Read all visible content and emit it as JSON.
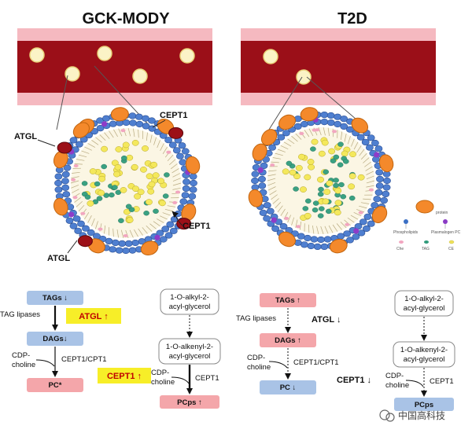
{
  "panels": {
    "left": {
      "title": "GCK-MODY",
      "labels": {
        "atgl_top": "ATGL",
        "cept1_top": "CEPT1",
        "cept1_bottom": "CEPT1",
        "atgl_bottom": "ATGL"
      }
    },
    "right": {
      "title": "T2D"
    }
  },
  "legend": {
    "protein": "protein",
    "phospholipids": "Phospholipids",
    "plasmalogen_pc": "Plasmalogen PC",
    "che": "Che",
    "tag": "TAG",
    "ce": "CE"
  },
  "pathway_left": {
    "tags": "TAGs ↓",
    "tag_lipases": "TAG lipases",
    "atgl": "ATGL ↑",
    "dags": "DAGs↓",
    "cdp_choline": [
      "CDP-",
      "choline"
    ],
    "cept1_cpt1": "CEPT1/CPT1",
    "cept1": "CEPT1 ↑",
    "pc": "PC*"
  },
  "plasmalogen_left": {
    "alkyl": [
      "1-O-alkyl-2-",
      "acyl-glycerol"
    ],
    "alkenyl": [
      "1-O-alkenyl-2-",
      "acyl-glycerol"
    ],
    "cdp_choline": [
      "CDP-",
      "choline"
    ],
    "cept1": "CEPT1",
    "pcps": "PCps ↑"
  },
  "pathway_right": {
    "tags": "TAGs ↑",
    "tag_lipases": "TAG lipases",
    "atgl": "ATGL ↓",
    "dags": "DAGs ↑",
    "cdp_choline": [
      "CDP-",
      "choline"
    ],
    "cept1_cpt1": "CEPT1/CPT1",
    "pc": "PC ↓",
    "cept1": "CEPT1 ↓"
  },
  "plasmalogen_right": {
    "alkyl": [
      "1-O-alkyl-2-",
      "acyl-glycerol"
    ],
    "alkenyl": [
      "1-O-alkenyl-2-",
      "acyl-glycerol"
    ],
    "cdp_choline": [
      "CDP-",
      "choline"
    ],
    "cept1": "CEPT1",
    "pcps": "PCps"
  },
  "watermark": "中国高科技"
}
